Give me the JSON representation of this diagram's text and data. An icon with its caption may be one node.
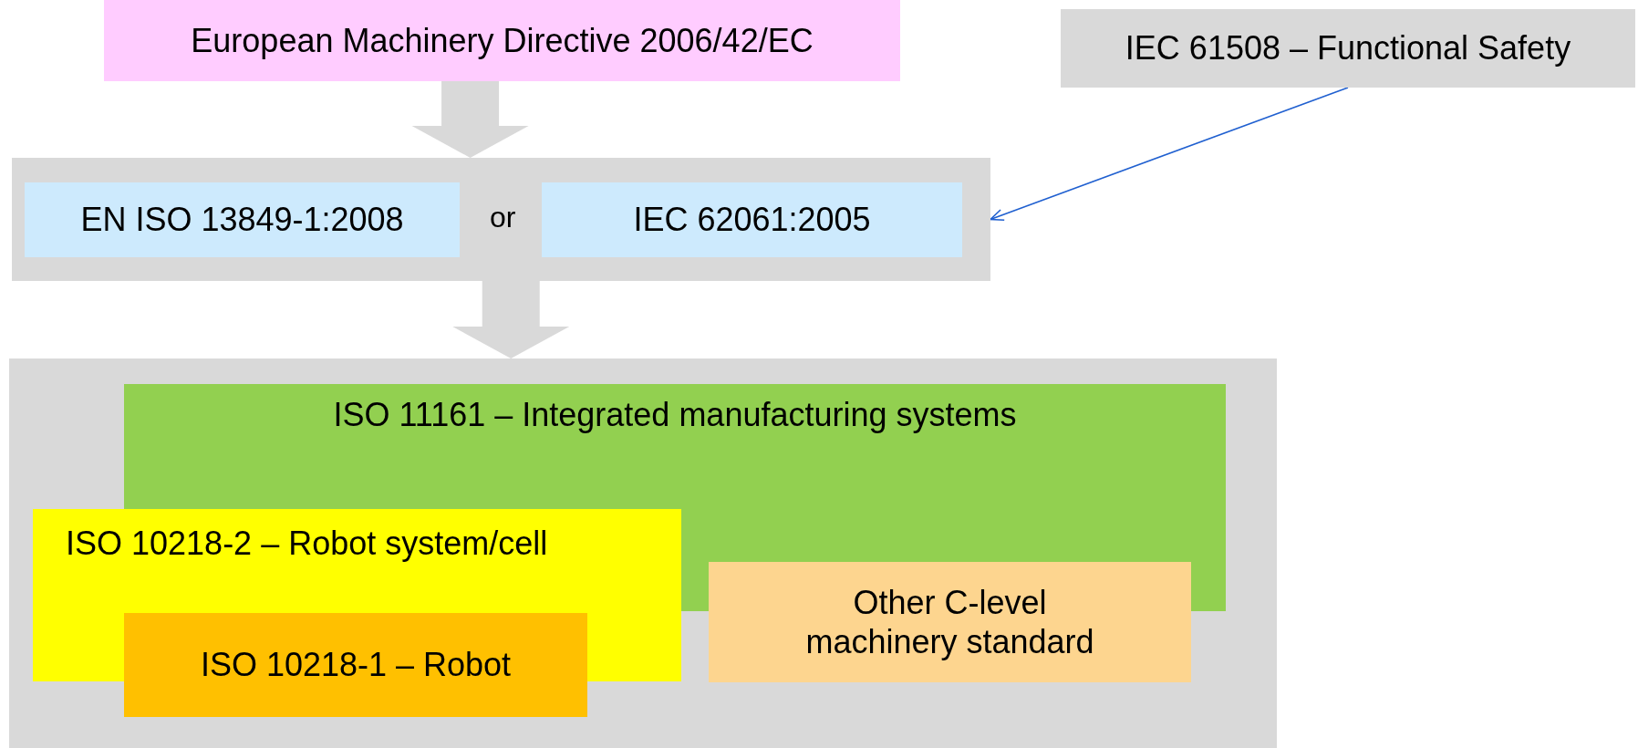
{
  "diagram": {
    "nodes": [
      {
        "text": [
          "European Machinery Directive 2006/42/EC"
        ]
      },
      {
        "text": [
          "or"
        ]
      },
      {
        "text": [
          "EN ISO 13849-1:2008"
        ],
        "in": 1
      },
      {
        "text": [
          "IEC 62061:2005"
        ],
        "in": 1
      },
      {
        "text": [
          "IEC 61508 – Functional Safety"
        ]
      },
      {
        "text": [],
        "shape": "box"
      },
      {
        "text": [
          "ISO 11161 – Integrated manufacturing systems"
        ],
        "in": 5
      },
      {
        "text": [
          "ISO 10218-2 – Robot system/cell"
        ],
        "in": 5
      },
      {
        "text": [
          "ISO 10218-1 – Robot"
        ],
        "in": 5
      },
      {
        "text": [
          "Other C-level machinery standard"
        ],
        "in": 5
      }
    ],
    "edges": [
      {
        "from": 0,
        "to": 1,
        "arrow": "to"
      },
      {
        "from": 4,
        "to": 1,
        "arrow": "to",
        "color": "#2060d0"
      },
      {
        "from": 1,
        "to": 5,
        "arrow": "to"
      }
    ]
  }
}
